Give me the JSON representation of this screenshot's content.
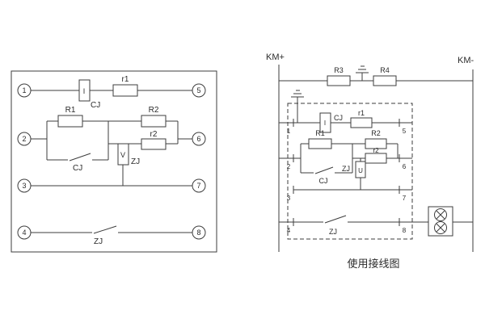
{
  "figure": {
    "background": "#ffffff",
    "line_color": "#3c3c3c"
  },
  "left_diagram": {
    "terminals": [
      "1",
      "2",
      "3",
      "4",
      "5",
      "6",
      "7",
      "8"
    ],
    "components": {
      "cj_coil_letter": "I",
      "cj_coil_label": "CJ",
      "r1_label": "r1",
      "R1_label": "R1",
      "R2_label": "R2",
      "r2_label": "r2",
      "zj_coil_letter": "V",
      "zj_coil_label": "ZJ",
      "cj_contact_label": "CJ",
      "zj_contact_label": "ZJ"
    }
  },
  "right_diagram": {
    "caption": "使用接线图",
    "rails": {
      "positive": "KM+",
      "negative": "KM-"
    },
    "resistors": {
      "r3_label": "R3",
      "r4_label": "R4"
    },
    "terminals": [
      "1",
      "2",
      "3",
      "4",
      "5",
      "6",
      "7",
      "8"
    ],
    "components": {
      "cj_coil_letter": "I",
      "cj_coil_label": "CJ",
      "r1_label": "r1",
      "R1_label": "R1",
      "R2_label": "R2",
      "r2_label": "r2",
      "zj_coil_letter": "U",
      "zj_coil_label": "ZJ",
      "cj_contact_label": "CJ",
      "zj_contact_label": "ZJ"
    }
  }
}
